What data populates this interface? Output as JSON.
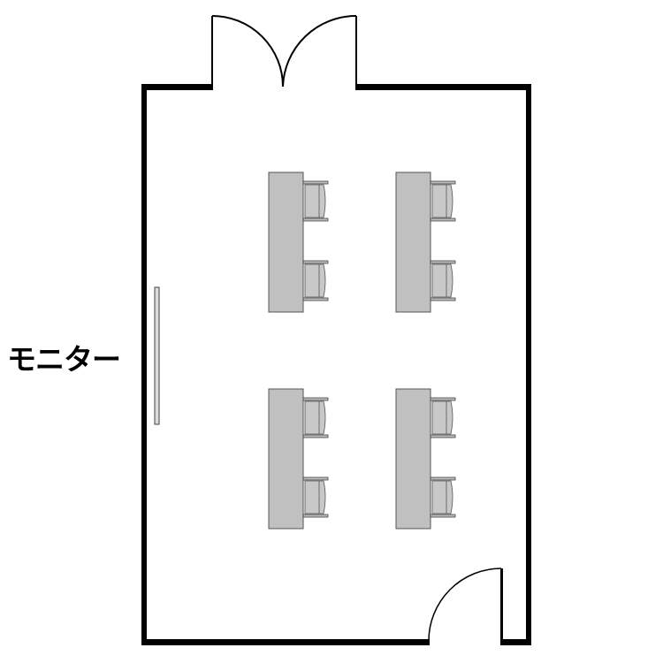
{
  "monitor_label": "モニター",
  "colors": {
    "wall": "#000000",
    "desk": "#c0c0c0",
    "chair": "#c8c8c8"
  },
  "desks": [
    {
      "name": "desk-top-left",
      "chairs": 2
    },
    {
      "name": "desk-top-right",
      "chairs": 2
    },
    {
      "name": "desk-bottom-left",
      "chairs": 2
    },
    {
      "name": "desk-bottom-right",
      "chairs": 2
    }
  ]
}
